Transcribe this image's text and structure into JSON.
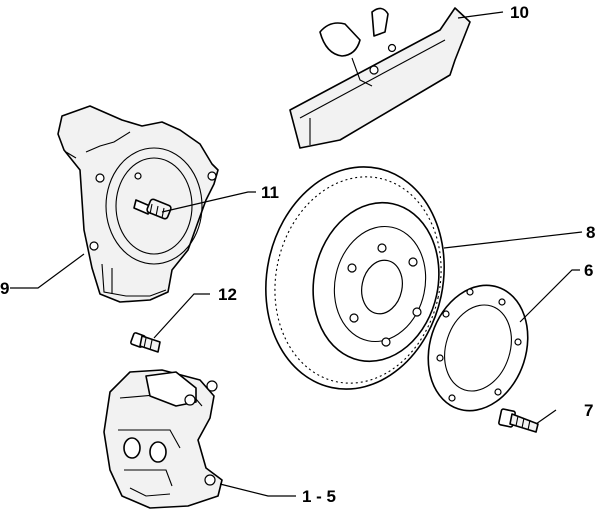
{
  "diagram": {
    "callouts": [
      {
        "id": "c10",
        "label": "10",
        "part": "brake-pad"
      },
      {
        "id": "c9",
        "label": "9",
        "part": "dust-shield"
      },
      {
        "id": "c11",
        "label": "11",
        "part": "shield-bolt"
      },
      {
        "id": "c8",
        "label": "8",
        "part": "brake-disc"
      },
      {
        "id": "c6",
        "label": "6",
        "part": "disc-spacer-ring"
      },
      {
        "id": "c12",
        "label": "12",
        "part": "caliper-bolt"
      },
      {
        "id": "c7",
        "label": "7",
        "part": "wheel-stud"
      },
      {
        "id": "c1-5",
        "label": "1 - 5",
        "part": "brake-caliper"
      }
    ]
  }
}
